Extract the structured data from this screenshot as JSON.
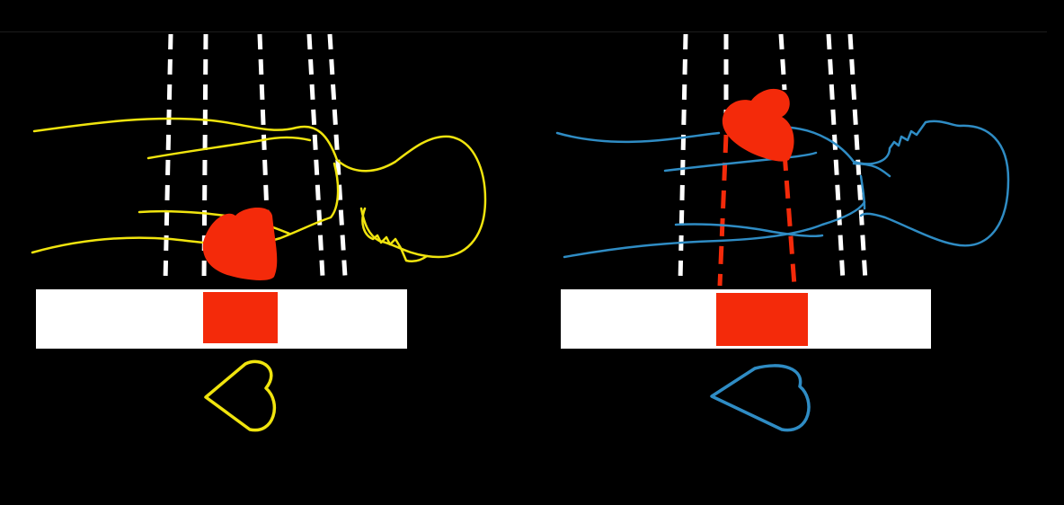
{
  "colors": {
    "background": "#000000",
    "ray": "#ffffff",
    "heart": "#f42a0a",
    "film": "#ffffff",
    "shadow": "#f42a0a",
    "outline_left": "#f0e40e",
    "outline_right": "#2f8cc4"
  },
  "panels": [
    {
      "id": "left",
      "position": "prone",
      "outline_color_key": "outline_left",
      "heart_icon": "heart-outline-icon",
      "shadow_size": "small"
    },
    {
      "id": "right",
      "position": "supine",
      "outline_color_key": "outline_right",
      "heart_icon": "heart-outline-icon",
      "shadow_size": "large"
    }
  ]
}
